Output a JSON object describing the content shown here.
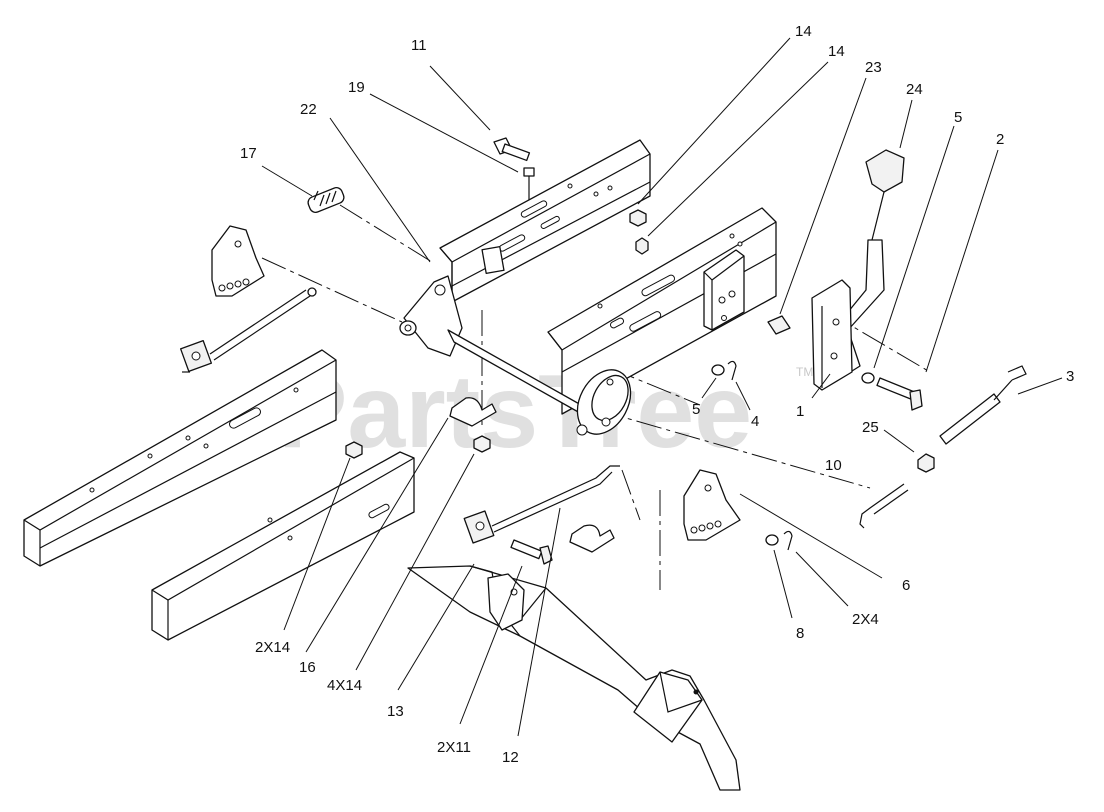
{
  "watermark": {
    "text": "PartsTree",
    "trademark": "TM"
  },
  "callouts": [
    {
      "id": "c-11",
      "text": "11"
    },
    {
      "id": "c-19",
      "text": "19"
    },
    {
      "id": "c-22",
      "text": "22"
    },
    {
      "id": "c-17",
      "text": "17"
    },
    {
      "id": "c-14a",
      "text": "14"
    },
    {
      "id": "c-14b",
      "text": "14"
    },
    {
      "id": "c-23",
      "text": "23"
    },
    {
      "id": "c-24",
      "text": "24"
    },
    {
      "id": "c-5a",
      "text": "5"
    },
    {
      "id": "c-2",
      "text": "2"
    },
    {
      "id": "c-3",
      "text": "3"
    },
    {
      "id": "c-5b",
      "text": "5"
    },
    {
      "id": "c-4",
      "text": "4"
    },
    {
      "id": "c-1",
      "text": "1"
    },
    {
      "id": "c-25",
      "text": "25"
    },
    {
      "id": "c-10",
      "text": "10"
    },
    {
      "id": "c-6",
      "text": "6"
    },
    {
      "id": "c-8",
      "text": "8"
    },
    {
      "id": "c-2x4",
      "text": "2X4"
    },
    {
      "id": "c-2x14",
      "text": "2X14"
    },
    {
      "id": "c-16",
      "text": "16"
    },
    {
      "id": "c-4x14",
      "text": "4X14"
    },
    {
      "id": "c-13",
      "text": "13"
    },
    {
      "id": "c-2x11",
      "text": "2X11"
    },
    {
      "id": "c-12",
      "text": "12"
    }
  ]
}
